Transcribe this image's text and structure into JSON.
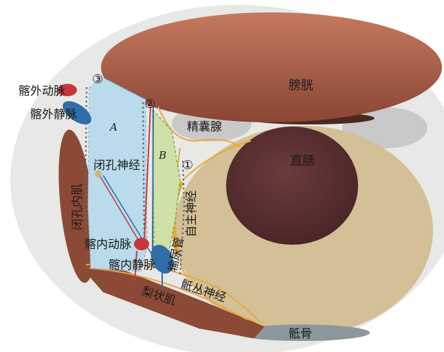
{
  "labels": {
    "bladder": "膀胱",
    "seminal_vesicle": "精囊腺",
    "rectum": "直肠",
    "external_iliac_artery": "髂外动脉",
    "external_iliac_vein": "髂外静脉",
    "obturator_nerve": "闭孔神经",
    "obturator_internus": "闭孔内肌",
    "internal_iliac_artery": "髂内动脉",
    "internal_iliac_vein": "髂内静脉",
    "ureter": "输尿管",
    "autonomic_nerve": "自主神经",
    "sacral_plexus": "骶丛神经",
    "piriformis": "梨状肌",
    "sacrum": "骶骨",
    "region_a": "A",
    "region_b": "B",
    "marker_1": "①",
    "marker_2": "②",
    "marker_3": "③"
  },
  "colors": {
    "background": "#e8e8e6",
    "bladder": "#9b5540",
    "rectum_outer": "#d3c096",
    "rectum_inner": "#5b3133",
    "muscle": "#8c4a36",
    "artery": "#c8383a",
    "vein": "#2f6ea8",
    "region_a": "#b9dbeb",
    "region_b": "#cfe0a8",
    "nerve": "#e9a83c",
    "sacrum": "#8d979b"
  }
}
